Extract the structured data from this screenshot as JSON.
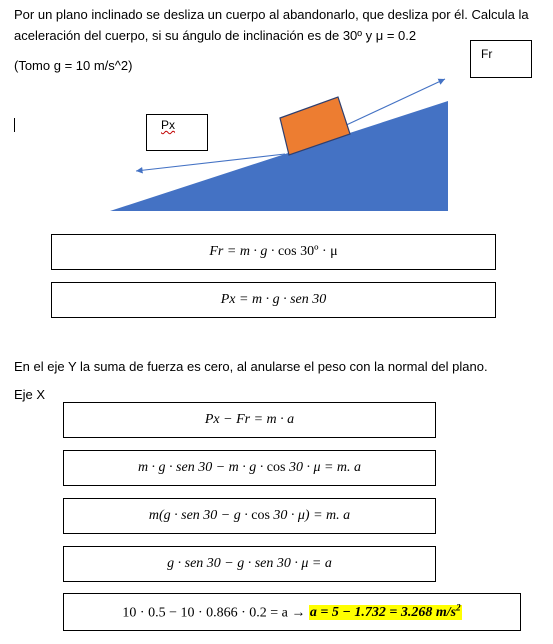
{
  "problem": {
    "line1": "Por un plano inclinado se desliza un cuerpo al abandonarlo, que desliza por él. Calcula la",
    "line2": "aceleración del cuerpo, si su ángulo de inclinación es de 30º y μ = 0.2",
    "line3": "(Tomo g = 10 m/s^2)"
  },
  "diagram": {
    "fr_label": "Fr",
    "px_label": "Px",
    "colors": {
      "incline": "#4472c4",
      "block": "#ed7d31",
      "block_edge": "#2f3f6f",
      "arrow": "#4472c4"
    }
  },
  "formulas": {
    "fr": [
      "Fr = m · g · ",
      "cos",
      " 30º · μ"
    ],
    "px": [
      "Px = m · g · sen 30"
    ]
  },
  "explanation": {
    "eje_y": "En el eje Y la suma de fuerza es cero, al anularse el peso con la normal del plano.",
    "eje_x": "Eje X"
  },
  "steps": {
    "s1": "Px − Fr = m · a",
    "s2a": "m · g · sen 30 − m · g · ",
    "s2b": "cos",
    "s2c": " 30 · μ = m. a",
    "s3a": "m(g · sen 30 − g · ",
    "s3b": "cos",
    "s3c": " 30 · μ) = m. a",
    "s4": "g · sen 30 − g · sen 30 · μ = a",
    "s5a": "10 · 0.5 − 10 · 0.866 · 0.2 = a → ",
    "s5b": "a = 5 − 1.732 = 3.268 m/s",
    "s5c": "2"
  },
  "highlight_color": "#ffff00"
}
